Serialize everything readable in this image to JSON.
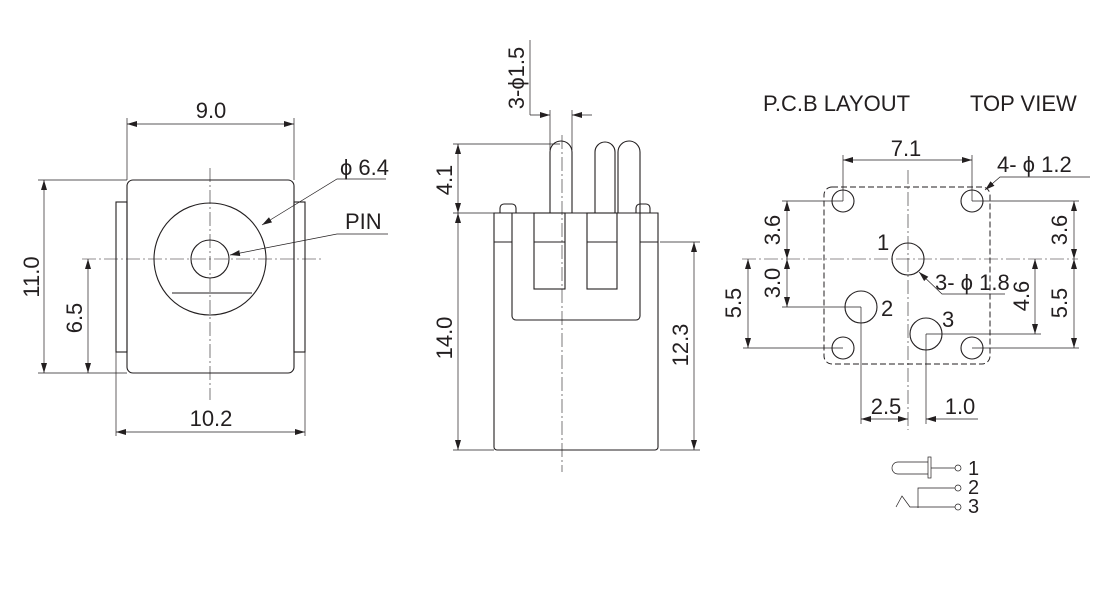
{
  "front_view": {
    "width_top": "9.0",
    "height": "11.0",
    "center_height": "6.5",
    "width_bottom": "10.2",
    "jack_diameter": "ϕ 6.4",
    "pin_label": "PIN"
  },
  "side_view": {
    "pin_diameter": "3-ϕ1.5",
    "pin_length": "4.1",
    "body_height": "14.0",
    "lower_height": "12.3"
  },
  "pcb_layout": {
    "title": "P.C.B LAYOUT",
    "view_title": "TOP VIEW",
    "hole_spacing": "7.1",
    "mount_holes": "4- ϕ 1.2",
    "pin_holes": "3- ϕ 1.8",
    "left_top": "3.6",
    "left_mid": "3.0",
    "left_bottom": "5.5",
    "right_top": "3.6",
    "right_mid": "4.6",
    "right_bottom": "5.5",
    "offset_pin2": "2.5",
    "offset_pin3": "1.0",
    "pin_labels": [
      "1",
      "2",
      "3"
    ]
  },
  "schematic": {
    "labels": [
      "1",
      "2",
      "3"
    ]
  }
}
